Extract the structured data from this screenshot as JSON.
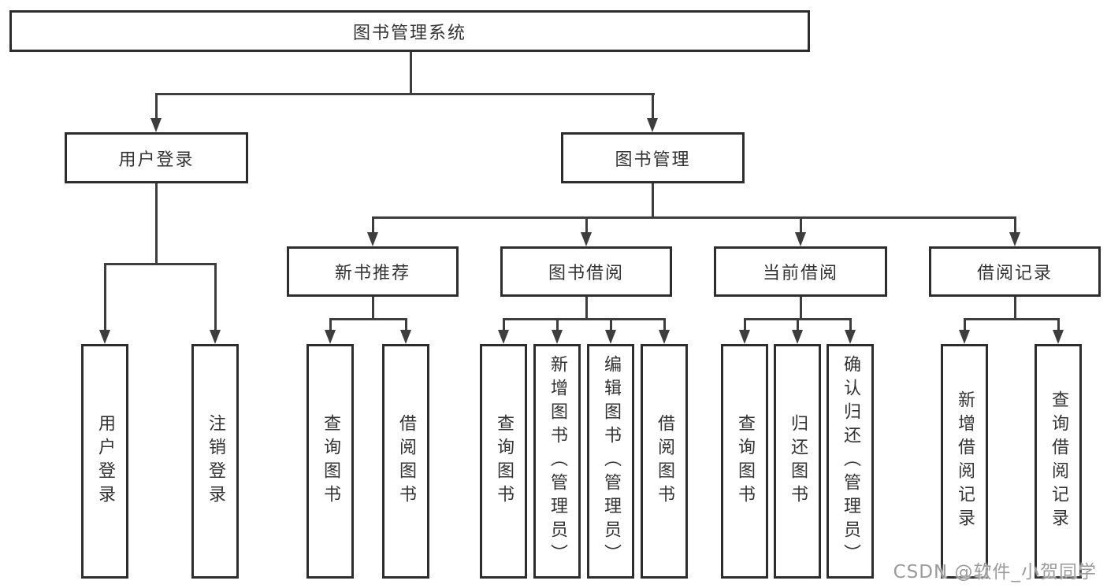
{
  "diagram": {
    "root": {
      "label": "图书管理系统"
    },
    "branches": [
      {
        "label": "用户登录",
        "children": [
          {
            "label": "用户登录"
          },
          {
            "label": "注销登录"
          }
        ]
      },
      {
        "label": "图书管理",
        "children": [
          {
            "label": "新书推荐",
            "children": [
              {
                "label": "查询图书"
              },
              {
                "label": "借阅图书"
              }
            ]
          },
          {
            "label": "图书借阅",
            "children": [
              {
                "label": "查询图书"
              },
              {
                "label": "新增图书（管理员）"
              },
              {
                "label": "编辑图书（管理员）"
              },
              {
                "label": "借阅图书"
              }
            ]
          },
          {
            "label": "当前借阅",
            "children": [
              {
                "label": "查询图书"
              },
              {
                "label": "归还图书"
              },
              {
                "label": "确认归还（管理员）"
              }
            ]
          },
          {
            "label": "借阅记录",
            "children": [
              {
                "label": "新增借阅记录"
              },
              {
                "label": "查询借阅记录"
              }
            ]
          }
        ]
      }
    ]
  },
  "watermark": {
    "text": "CSDN @软件_小贺同学"
  },
  "colors": {
    "line": "#3d3d3d",
    "border": "#2d2d2d",
    "text": "#333333",
    "watermark": "#9b9b9b",
    "background": "#ffffff"
  }
}
